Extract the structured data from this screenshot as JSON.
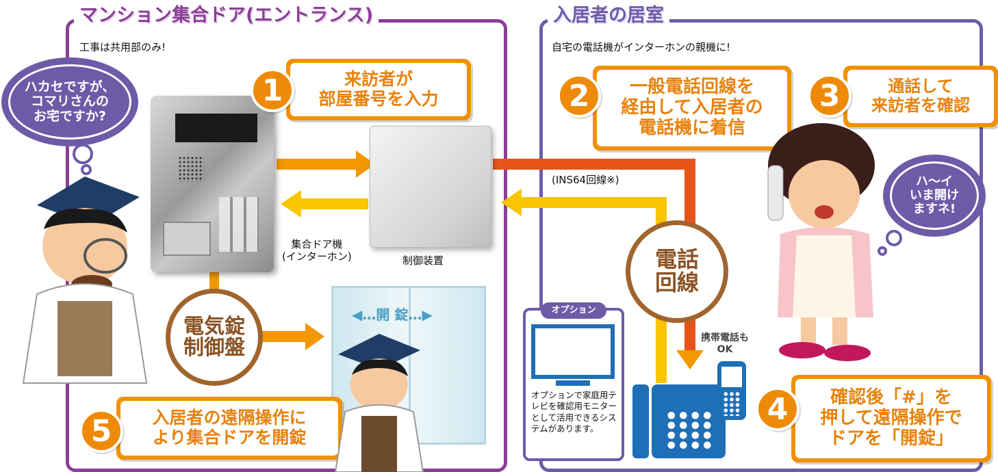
{
  "left_panel": {
    "title": "マンション集合ドア(エントランス)",
    "subtitle": "工事は共用部のみ!"
  },
  "right_panel": {
    "title": "入居者の居室",
    "subtitle": "自宅の電話機がインターホンの親機に!"
  },
  "steps": [
    {
      "number": "1",
      "line1": "来訪者が",
      "line2": "部屋番号を入力"
    },
    {
      "number": "2",
      "line1": "一般電話回線を",
      "line2": "経由して入居者の",
      "line3": "電話機に着信"
    },
    {
      "number": "3",
      "line1": "通話して",
      "line2": "来訪者を確認"
    },
    {
      "number": "4",
      "line1": "確認後「#」を",
      "line2": "押して遠隔操作で",
      "line3": "ドアを「開錠」"
    },
    {
      "number": "5",
      "line1": "入居者の遠隔操作に",
      "line2": "より集合ドアを開錠"
    }
  ],
  "bubbles": {
    "visitor_line1": "ハカセですが、",
    "visitor_line2": "コマリさんの",
    "visitor_line3": "お宅ですか?",
    "resident_line1": "ハ〜イ",
    "resident_line2": "いま開け",
    "resident_line3": "ますネ!"
  },
  "labels": {
    "intercom_line1": "集合ドア機",
    "intercom_line2": "(インターホン)",
    "control": "制御装置",
    "line_type": "(INS64回線※)",
    "door": "◀…開 錠…▶",
    "mobile_line1": "携帯電話も",
    "mobile_line2": "OK"
  },
  "circles": {
    "lock_panel_line1": "電気錠",
    "lock_panel_line2": "制御盤",
    "phone_line_line1": "電話",
    "phone_line_line2": "回線"
  },
  "option": {
    "badge": "オプション",
    "text": "オプションで家庭用テレビを確認用モニターとして活用できるシステムがあります。"
  },
  "colors": {
    "left_panel": "#8a3f96",
    "right_panel": "#6d5ba8",
    "step_orange": "#f19100",
    "ring_brown": "#a0652e",
    "arrow_orange": "#f39800",
    "arrow_yellow": "#f8c500",
    "arrow_red": "#e6541a",
    "device_blue": "#1e6fb6"
  }
}
